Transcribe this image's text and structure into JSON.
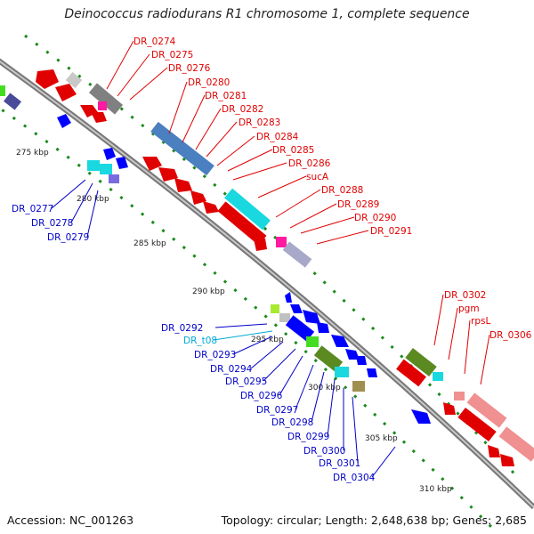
{
  "title": "Deinococcus radiodurans R1 chromosome 1, complete sequence",
  "footer": {
    "accession": "Accession: NC_001263",
    "summary": "Topology: circular; Length: 2,648,638 bp; Genes: 2,685"
  },
  "ticks": [
    "275 kbp",
    "280 kbp",
    "285 kbp",
    "290 kbp",
    "295 kbp",
    "300 kbp",
    "305 kbp",
    "310 kbp"
  ],
  "labels_outer": [
    "DR_0274",
    "DR_0275",
    "DR_0276",
    "DR_0280",
    "DR_0281",
    "DR_0282",
    "DR_0283",
    "DR_0284",
    "DR_0285",
    "DR_0286",
    "sucA",
    "DR_0288",
    "DR_0289",
    "DR_0290",
    "DR_0291",
    "DR_0302",
    "pgm",
    "rpsL",
    "DR_0306"
  ],
  "labels_inner": [
    "DR_0277",
    "DR_0278",
    "DR_0279",
    "DR_0292",
    "DR_t08",
    "DR_0293",
    "DR_0294",
    "DR_0295",
    "DR_0296",
    "DR_0297",
    "DR_0298",
    "DR_0299",
    "DR_0300",
    "DR_0301",
    "DR_0304"
  ],
  "colors": {
    "outer_label": "#e00000",
    "inner_label": "#0000c8",
    "trna_label": "#00a8d8",
    "backbone": "#909090",
    "tick": "#1a8a1a"
  }
}
